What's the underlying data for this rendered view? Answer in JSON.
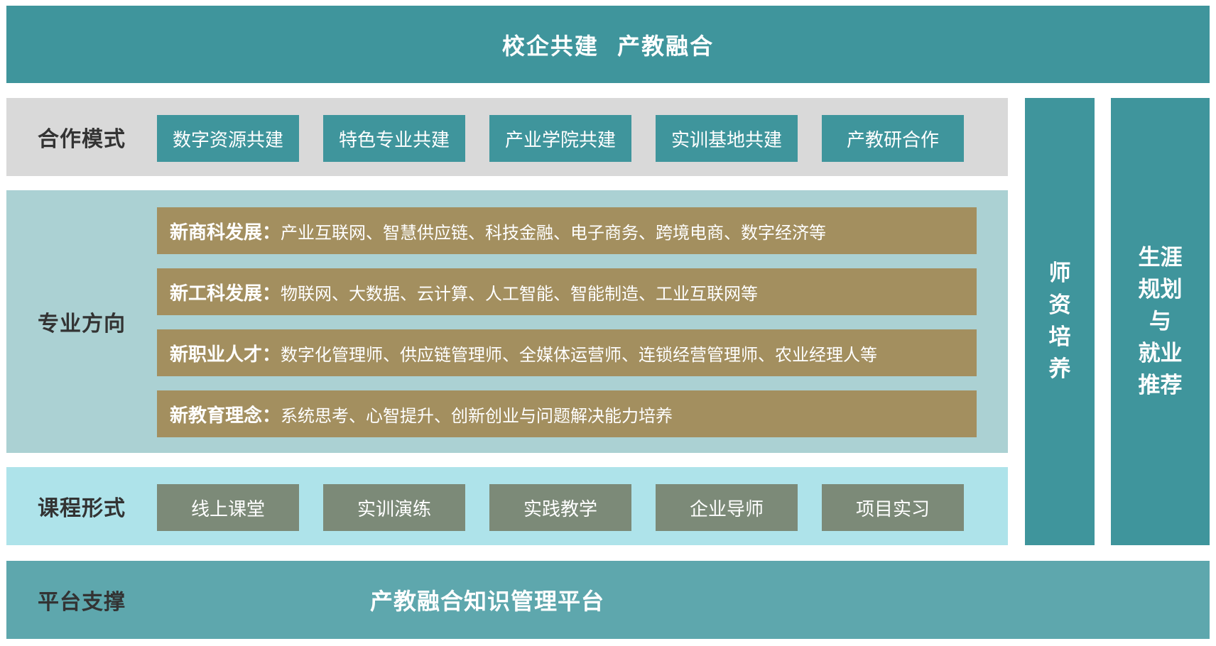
{
  "header": {
    "title": "校企共建  产教融合"
  },
  "cooperation": {
    "label": "合作模式",
    "items": [
      "数字资源共建",
      "特色专业共建",
      "产业学院共建",
      "实训基地共建",
      "产教研合作"
    ]
  },
  "majors": {
    "label": "专业方向",
    "items": [
      {
        "head": "新商科发展：",
        "body": "产业互联网、智慧供应链、科技金融、电子商务、跨境电商、数字经济等"
      },
      {
        "head": "新工科发展：",
        "body": "物联网、大数据、云计算、人工智能、智能制造、工业互联网等"
      },
      {
        "head": "新职业人才：",
        "body": "数字化管理师、供应链管理师、全媒体运营师、连锁经营管理师、农业经理人等"
      },
      {
        "head": "新教育理念：",
        "body": "系统思考、心智提升、创新创业与问题解决能力培养"
      }
    ]
  },
  "courses": {
    "label": "课程形式",
    "items": [
      "线上课堂",
      "实训演练",
      "实践教学",
      "企业导师",
      "项目实习"
    ]
  },
  "platform": {
    "label": "平台支撑",
    "title": "产教融合知识管理平台"
  },
  "side": {
    "teacher": [
      "师",
      "资",
      "培",
      "养"
    ],
    "career": [
      "生涯",
      "规划",
      "与",
      "就业",
      "推荐"
    ]
  },
  "colors": {
    "teal": "#3f959c",
    "gray_row": "#d9d9d9",
    "major_row": "#abd1d3",
    "course_row": "#aee3ea",
    "platform_row": "#5ea7ad",
    "gold": "#a38f5f",
    "gray_btn": "#7c8a78"
  }
}
